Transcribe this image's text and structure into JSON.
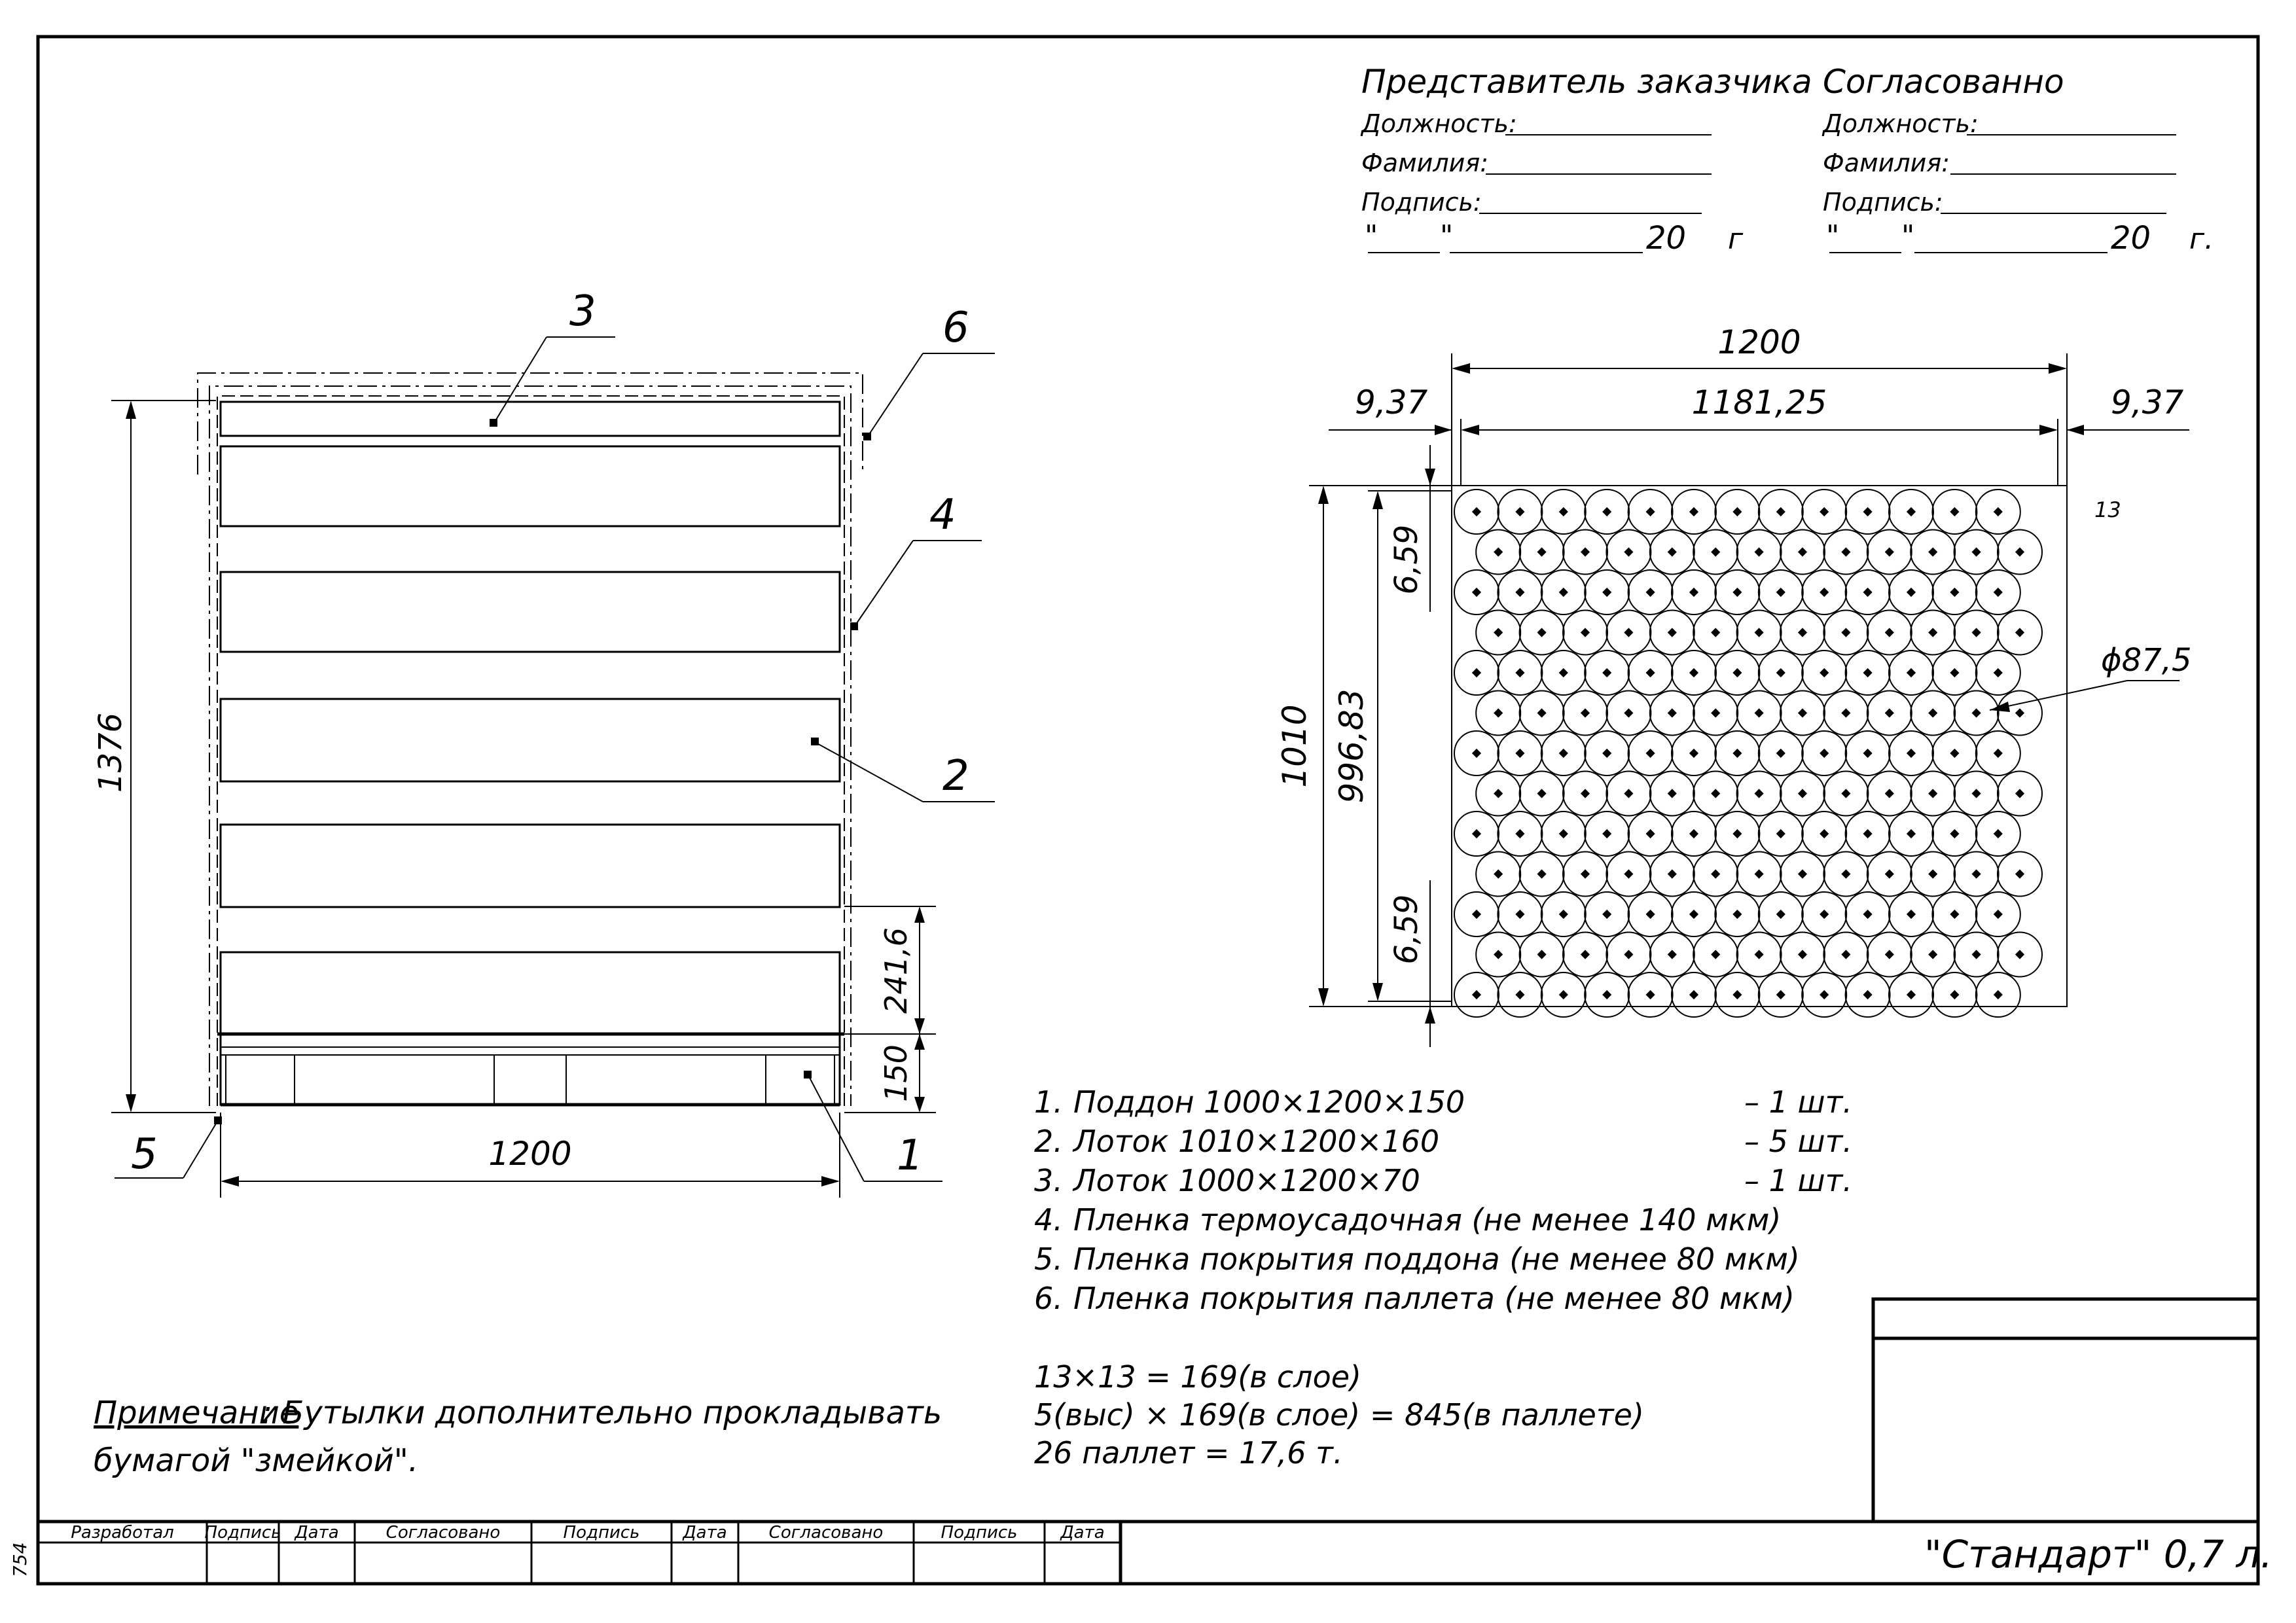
{
  "approval": {
    "left": {
      "title": "Представитель заказчика",
      "position": "Должность:",
      "surname": "Фамилия:",
      "signature": "Подпись:",
      "date_quotes_a": "\"",
      "date_quotes_b": "\"",
      "year": "20",
      "year_suffix": "г"
    },
    "right": {
      "title": "Согласованно",
      "position": "Должность:",
      "surname": "Фамилия:",
      "signature": "Подпись:",
      "date_quotes_a": "\"",
      "date_quotes_b": "\"",
      "year": "20",
      "year_suffix": "г."
    }
  },
  "side_view": {
    "dim_height": "1376",
    "dim_width": "1200",
    "dim_tray": "241,6",
    "dim_pallet": "150",
    "callouts": [
      "1",
      "2",
      "3",
      "4",
      "5",
      "6"
    ]
  },
  "top_view": {
    "dim_outer_width": "1200",
    "dim_inner_width": "1181,25",
    "dim_left_gap": "9,37",
    "dim_right_gap": "9,37",
    "dim_height_outer": "1010",
    "dim_height_inner": "996,83",
    "dim_top_gap": "6,59",
    "dim_bottom_gap": "6,59",
    "diameter": "ϕ87,5",
    "count_label": "13",
    "rows": 13,
    "cols": 13
  },
  "spec": [
    {
      "num": "1.",
      "name": "Поддон 1000×1200×150",
      "qty": "– 1 шт."
    },
    {
      "num": "2.",
      "name": "Лоток 1010×1200×160",
      "qty": "– 5 шт."
    },
    {
      "num": "3.",
      "name": "Лоток 1000×1200×70",
      "qty": "– 1 шт."
    },
    {
      "num": "4.",
      "name": "Пленка термоусадочная (не менее 140 мкм)",
      "qty": ""
    },
    {
      "num": "5.",
      "name": "Пленка покрытия поддона (не менее 80 мкм)",
      "qty": ""
    },
    {
      "num": "6.",
      "name": "Пленка покрытия паллета (не менее 80 мкм)",
      "qty": ""
    }
  ],
  "calc": [
    "13×13 = 169(в слое)",
    "5(выс) × 169(в слое) = 845(в паллете)",
    "26 паллет = 17,6 т."
  ],
  "note": {
    "label": "Примечание",
    "text1": ": Бутылки дополнительно прокладывать",
    "text2": "бумагой \"змейкой\"."
  },
  "title_block": {
    "headers": [
      "Разработал",
      "Подпись",
      "Дата",
      "Согласовано",
      "Подпись",
      "Дата",
      "Согласовано",
      "Подпись",
      "Дата"
    ],
    "product": "\"Стандарт\"  0,7 л.",
    "side_number": "754"
  }
}
